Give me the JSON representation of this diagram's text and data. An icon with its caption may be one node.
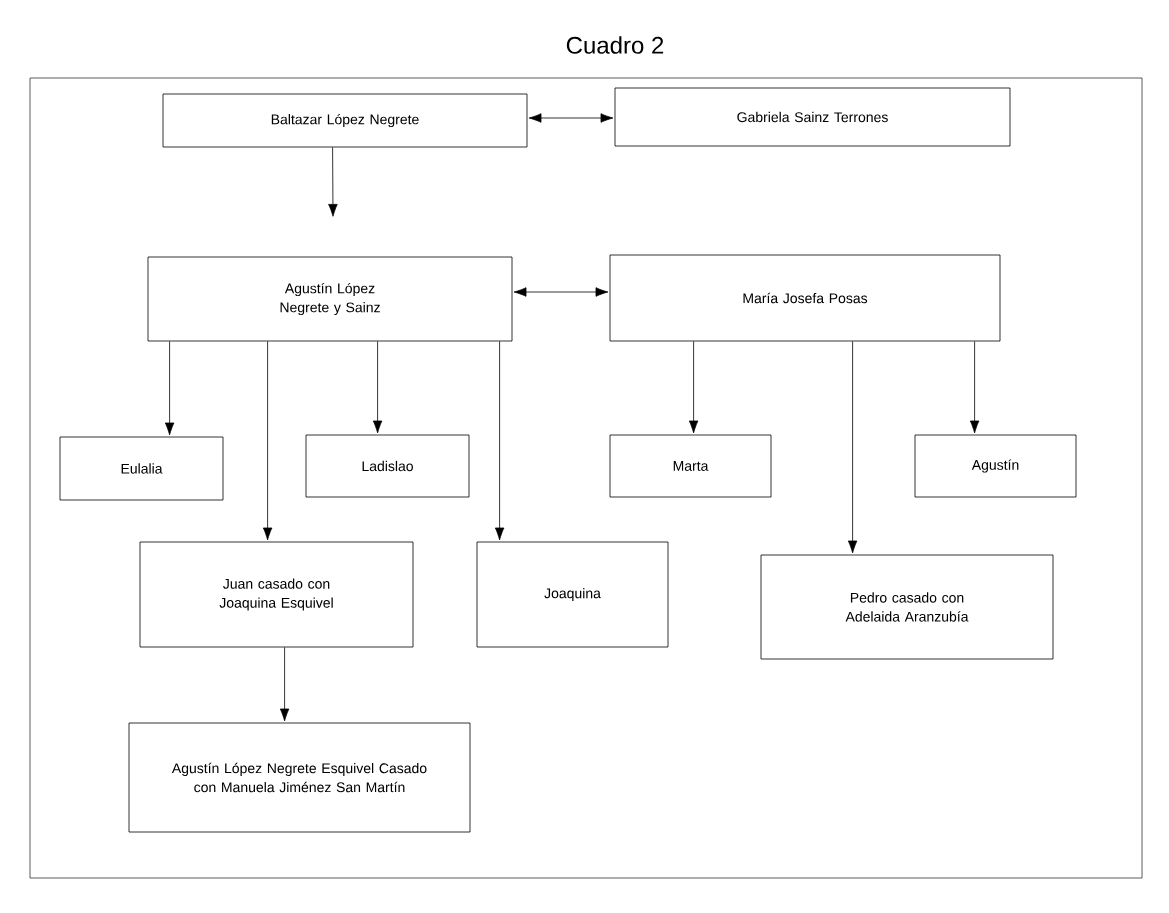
{
  "diagram": {
    "title": "Cuadro 2",
    "nodes": [
      {
        "text": [
          "Baltazar López Negrete"
        ]
      },
      {
        "text": [
          "Gabriela Sainz Terrones"
        ]
      },
      {
        "text": [
          "Agustín López Negrete y Sainz"
        ]
      },
      {
        "text": [
          "María Josefa Posas"
        ]
      },
      {
        "text": [
          "Eulalia"
        ]
      },
      {
        "text": [
          "Ladislao"
        ]
      },
      {
        "text": [
          "Marta"
        ]
      },
      {
        "text": [
          "Agustín"
        ]
      },
      {
        "text": [
          "Juan casado con Joaquina Esquivel"
        ]
      },
      {
        "text": [
          "Joaquina"
        ]
      },
      {
        "text": [
          "Pedro casado con Adelaida Aranzubía"
        ]
      },
      {
        "text": [
          "Agustín López Negrete Esquivel Casado con Manuela Jiménez San Martín"
        ]
      }
    ],
    "edges": [
      {
        "from": 0,
        "to": 1,
        "arrow": "both"
      },
      {
        "from": 0,
        "to": null,
        "arrow": "to"
      },
      {
        "from": 2,
        "to": 3,
        "arrow": "both"
      },
      {
        "from": 2,
        "to": 4,
        "arrow": "to"
      },
      {
        "from": 2,
        "to": 8,
        "arrow": "to"
      },
      {
        "from": 2,
        "to": 5,
        "arrow": "to"
      },
      {
        "from": 2,
        "to": 9,
        "arrow": "to"
      },
      {
        "from": 3,
        "to": 6,
        "arrow": "to"
      },
      {
        "from": 3,
        "to": 10,
        "arrow": "to"
      },
      {
        "from": 3,
        "to": 7,
        "arrow": "to"
      },
      {
        "from": 8,
        "to": 11,
        "arrow": "to"
      }
    ]
  }
}
